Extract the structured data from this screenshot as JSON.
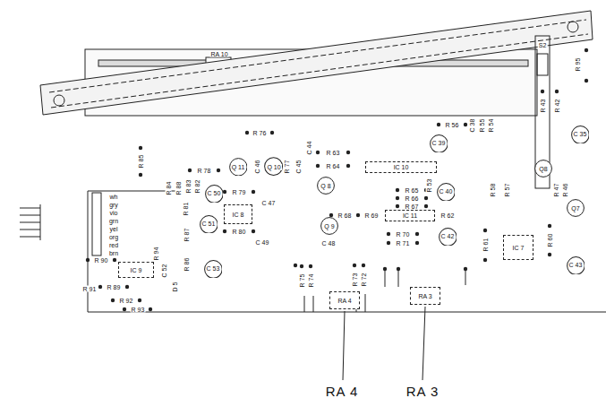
{
  "diagram": {
    "nodes": [
      {
        "text": [
          "IC 10"
        ]
      },
      {
        "text": [
          "IC 11"
        ]
      },
      {
        "text": [
          "IC 8"
        ]
      },
      {
        "text": [
          "IC 9"
        ]
      },
      {
        "text": [
          "IC 7"
        ]
      },
      {
        "text": [
          "RA 4"
        ]
      },
      {
        "text": [
          "RA 3"
        ]
      },
      {
        "text": [
          "Q 11"
        ]
      },
      {
        "text": [
          "Q 10"
        ]
      },
      {
        "text": [
          "C 50"
        ]
      },
      {
        "text": [
          "C 51"
        ]
      },
      {
        "text": [
          "C 53"
        ]
      },
      {
        "text": [
          "Q 8"
        ]
      },
      {
        "text": [
          "Q 9"
        ]
      },
      {
        "text": [
          "C 39"
        ]
      },
      {
        "text": [
          "C 40"
        ]
      },
      {
        "text": [
          "C 42"
        ]
      },
      {
        "text": [
          "C 35"
        ]
      },
      {
        "text": [
          "Q8"
        ]
      },
      {
        "text": [
          "Q7"
        ]
      },
      {
        "text": [
          "C 43"
        ]
      }
    ],
    "labels": [
      "RA 10",
      "R 95",
      "S2",
      "R 76",
      "C 46",
      "R 77",
      "C 45",
      "C 44",
      "R 63",
      "R 64",
      "R 56",
      "C 38",
      "R 55",
      "R 54",
      "R 53",
      "R 43",
      "R 42",
      "R 58",
      "R 57",
      "R 47",
      "R 46",
      "R 65",
      "R 66",
      "R 67",
      "R 68",
      "R 69",
      "R 62",
      "C 48",
      "R 70",
      "R 71",
      "R 61",
      "R 60",
      "R 85",
      "R 78",
      "R 84",
      "R 88",
      "R 83",
      "R 82",
      "R 81",
      "R 87",
      "R 86",
      "R 79",
      "C 47",
      "R 80",
      "C 49",
      "R 90",
      "R 94",
      "C 52",
      "R 89",
      "R 91",
      "R 92",
      "R 93",
      "D 5",
      "R 75",
      "R 74",
      "R 73",
      "R 72",
      "RA 4",
      "RA 3",
      "wh",
      "gry",
      "vio",
      "grn",
      "yel",
      "org",
      "red",
      "brn"
    ]
  }
}
